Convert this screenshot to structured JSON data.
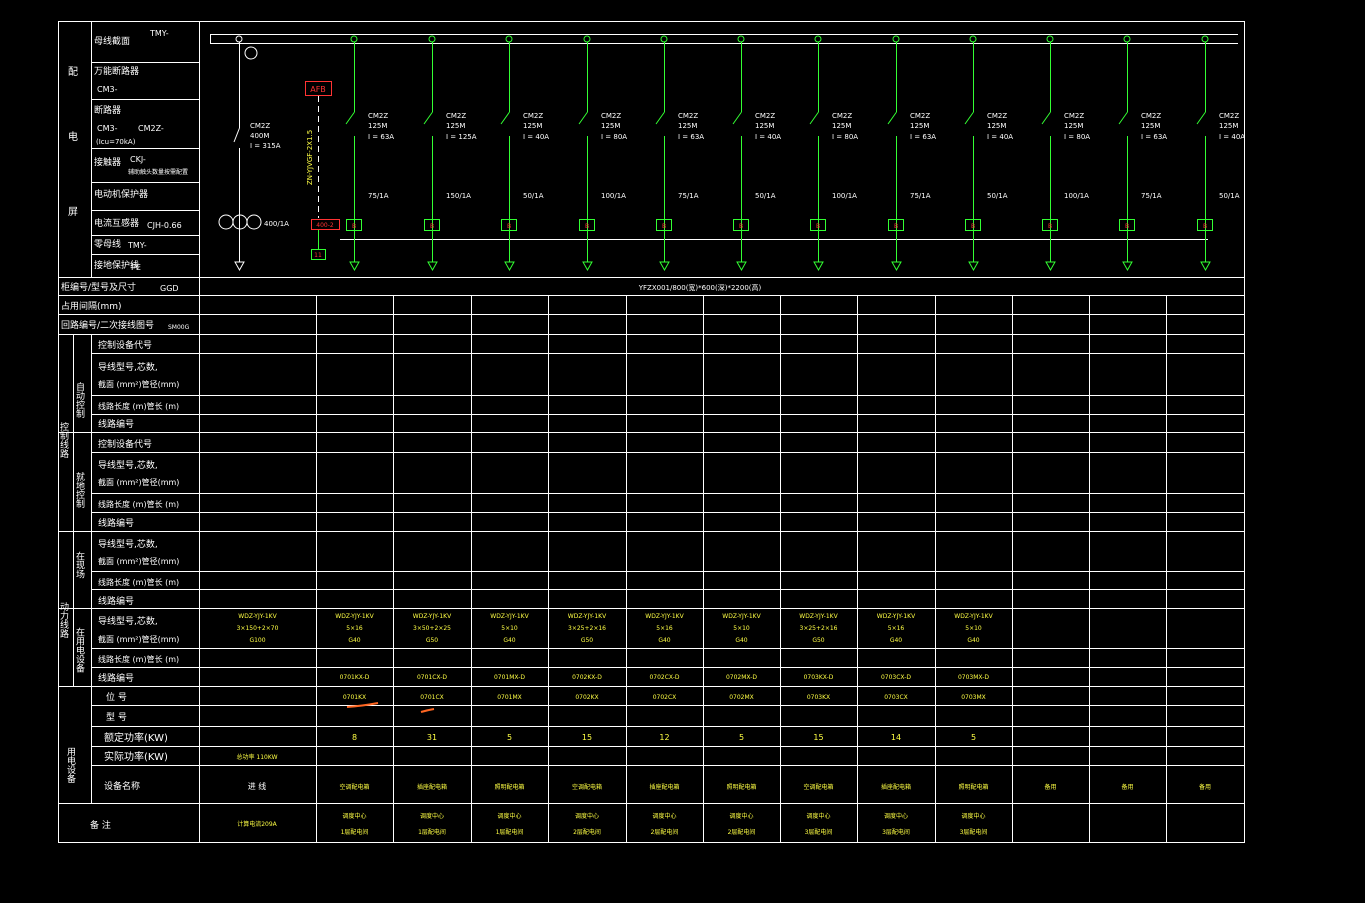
{
  "colors": {
    "background": "#000000",
    "frame": "#ffffff",
    "bus": "#ffffff",
    "circuit": "#33ff33",
    "label_white": "#ffffff",
    "label_yellow": "#ffff44",
    "red_box": "#ff3333",
    "annotation": "#ff6622"
  },
  "left_panel": {
    "vertical_title": [
      "配",
      "电",
      "屏"
    ],
    "items": [
      {
        "label": "母线截面",
        "value": "TMY-"
      },
      {
        "label": "万能断路器",
        "value": "CM3-"
      },
      {
        "label": "断路器",
        "value": "CM3-",
        "value2": "CM2Z-",
        "value3": "(Icu=70kA)"
      },
      {
        "label": "接触器",
        "value": "CKJ-",
        "value2": "辅助触头数量按需配置"
      },
      {
        "label": "电动机保护器",
        "value": ""
      },
      {
        "label": "电流互感器",
        "value": "CJH-0.66"
      },
      {
        "label": "零母线",
        "value": "TMY-"
      },
      {
        "label": "接地保护线",
        "value": "PE"
      }
    ]
  },
  "incoming": {
    "breaker_model": "CM2Z",
    "breaker_frame": "400M",
    "breaker_rating": "I = 315A",
    "ct_ratio": "400/1A",
    "afb_label": "AFB",
    "cable_tag": "ZN-YJVGF-2X1.5",
    "box1": "400-2",
    "box2": "11"
  },
  "feeders": [
    {
      "model": "CM2Z",
      "frame": "125M",
      "rating": "I = 63A",
      "ct": "75/1A",
      "box": "B"
    },
    {
      "model": "CM2Z",
      "frame": "125M",
      "rating": "I = 125A",
      "ct": "150/1A",
      "box": "B"
    },
    {
      "model": "CM2Z",
      "frame": "125M",
      "rating": "I = 40A",
      "ct": "50/1A",
      "box": "B"
    },
    {
      "model": "CM2Z",
      "frame": "125M",
      "rating": "I = 80A",
      "ct": "100/1A",
      "box": "B"
    },
    {
      "model": "CM2Z",
      "frame": "125M",
      "rating": "I = 63A",
      "ct": "75/1A",
      "box": "B"
    },
    {
      "model": "CM2Z",
      "frame": "125M",
      "rating": "I = 40A",
      "ct": "50/1A",
      "box": "B"
    },
    {
      "model": "CM2Z",
      "frame": "125M",
      "rating": "I = 80A",
      "ct": "100/1A",
      "box": "B"
    },
    {
      "model": "CM2Z",
      "frame": "125M",
      "rating": "I = 63A",
      "ct": "75/1A",
      "box": "B"
    },
    {
      "model": "CM2Z",
      "frame": "125M",
      "rating": "I = 40A",
      "ct": "50/1A",
      "box": "B"
    },
    {
      "model": "CM2Z",
      "frame": "125M",
      "rating": "I = 80A",
      "ct": "100/1A",
      "box": "B"
    },
    {
      "model": "CM2Z",
      "frame": "125M",
      "rating": "I = 63A",
      "ct": "75/1A",
      "box": "B"
    },
    {
      "model": "CM2Z",
      "frame": "125M",
      "rating": "I = 40A",
      "ct": "50/1A",
      "box": "B"
    }
  ],
  "table": {
    "cabinet_label": "柜编号/型号及尺寸",
    "cabinet_type": "GGD",
    "cabinet_spec": "YFZX001/800(宽)*600(深)*2200(高)",
    "width_label": "占用间隔(mm)",
    "circuit_label": "回路编号/二次接线图号",
    "circuit_value": "SM00G",
    "control_group": "控制线路",
    "auto_group": "自动控制",
    "manual_group": "就地控制",
    "power_group": "动力线路",
    "field_group": "在现场",
    "field_group2": "在用电设备",
    "equip_group": "用电设备",
    "rows": {
      "ctrl_code": "控制设备代号",
      "wire_spec": "导线型号,芯数,",
      "wire_section": "截面  (mm²)管径(mm)",
      "line_length": "线路长度  (m)管长   (m)",
      "line_no": "线路编号",
      "position": "位    号",
      "model": "型    号",
      "rated_power": "额定功率(KW)",
      "actual_power": "实际功率(KW)",
      "device_name": "设备名称",
      "remark": "备    注"
    },
    "cables": [
      {
        "a": "WDZ-YJY-1KV",
        "b": "3×150+2×70",
        "c": "G100"
      },
      {
        "a": "WDZ-YJY-1KV",
        "b": "5×16",
        "c": "G40"
      },
      {
        "a": "WDZ-YJY-1KV",
        "b": "3×50+2×25",
        "c": "G50"
      },
      {
        "a": "WDZ-YJY-1KV",
        "b": "5×10",
        "c": "G40"
      },
      {
        "a": "WDZ-YJY-1KV",
        "b": "3×25+2×16",
        "c": "G50"
      },
      {
        "a": "WDZ-YJY-1KV",
        "b": "5×16",
        "c": "G40"
      },
      {
        "a": "WDZ-YJY-1KV",
        "b": "5×10",
        "c": "G40"
      },
      {
        "a": "WDZ-YJY-1KV",
        "b": "3×25+2×16",
        "c": "G50"
      },
      {
        "a": "WDZ-YJY-1KV",
        "b": "5×16",
        "c": "G40"
      },
      {
        "a": "WDZ-YJY-1KV",
        "b": "5×10",
        "c": "G40"
      }
    ],
    "line_numbers": [
      "0701KX-D",
      "0701CX-D",
      "0701MX-D",
      "0702KX-D",
      "0702CX-D",
      "0702MX-D",
      "0703KX-D",
      "0703CX-D",
      "0703MX-D"
    ],
    "positions": [
      "0701KX",
      "0701CX",
      "0701MX",
      "0702KX",
      "0702CX",
      "0702MX",
      "0703KX",
      "0703CX",
      "0703MX"
    ],
    "rated_powers": [
      "8",
      "31",
      "5",
      "15",
      "12",
      "5",
      "15",
      "14",
      "5"
    ],
    "actual_power_total": "总功率 110KW",
    "incoming_name": "进    线",
    "device_names": [
      "空调配电箱",
      "插座配电箱",
      "照明配电箱",
      "空调配电箱",
      "插座配电箱",
      "照明配电箱",
      "空调配电箱",
      "插座配电箱",
      "照明配电箱",
      "备用",
      "备用",
      "备用"
    ],
    "incoming_remark": "计算电流209A",
    "remarks": [
      {
        "a": "调度中心",
        "b": "1层配电间"
      },
      {
        "a": "调度中心",
        "b": "1层配电间"
      },
      {
        "a": "调度中心",
        "b": "1层配电间"
      },
      {
        "a": "调度中心",
        "b": "2层配电间"
      },
      {
        "a": "调度中心",
        "b": "2层配电间"
      },
      {
        "a": "调度中心",
        "b": "2层配电间"
      },
      {
        "a": "调度中心",
        "b": "3层配电间"
      },
      {
        "a": "调度中心",
        "b": "3层配电间"
      },
      {
        "a": "调度中心",
        "b": "3层配电间"
      }
    ]
  }
}
